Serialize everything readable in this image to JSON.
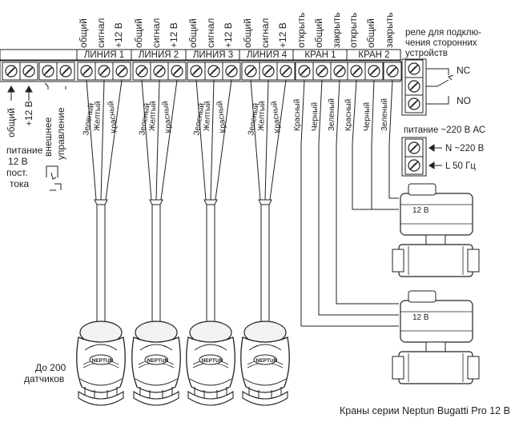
{
  "strip": {
    "line1_top": [
      "общий",
      "сигнал",
      "+12 В"
    ],
    "line2_top": [
      "общий",
      "сигнал",
      "+12 В"
    ],
    "line3_top": [
      "общий",
      "сигнал",
      "+12 В"
    ],
    "line4_top": [
      "общий",
      "сигнал",
      "+12 В"
    ],
    "valve1_top": [
      "открыть",
      "общий",
      "закрыть"
    ],
    "valve2_top": [
      "открыть",
      "общий",
      "закрыть"
    ],
    "line1": "ЛИНИЯ 1",
    "line2": "ЛИНИЯ 2",
    "line3": "ЛИНИЯ 3",
    "line4": "ЛИНИЯ 4",
    "valve1": "КРАН 1",
    "valve2": "КРАН 2"
  },
  "left": {
    "common": "общий",
    "plus12": "+12 В",
    "power": [
      "питание",
      "12 В",
      "пост.",
      "тока"
    ],
    "external": [
      "внешнее",
      "управление"
    ]
  },
  "sensor_wires": [
    "Зеленый",
    "Желтый",
    "Красный"
  ],
  "valve_wires": [
    "Красный",
    "Черный",
    "Зеленый"
  ],
  "relay": {
    "title": [
      "реле для подклю-",
      "чения сторонних",
      "устройств"
    ],
    "nc": "NC",
    "no": "NO"
  },
  "power220": {
    "title": "питание ~220 В АС",
    "n": "N ~220 В",
    "l": "L    50 Гц"
  },
  "valve_label": "12 В",
  "sensors": {
    "count_label": [
      "До 200",
      "датчиков"
    ],
    "brand": "NEPTUN"
  },
  "caption": "Краны серии Neptun Bugatti Pro 12 В"
}
